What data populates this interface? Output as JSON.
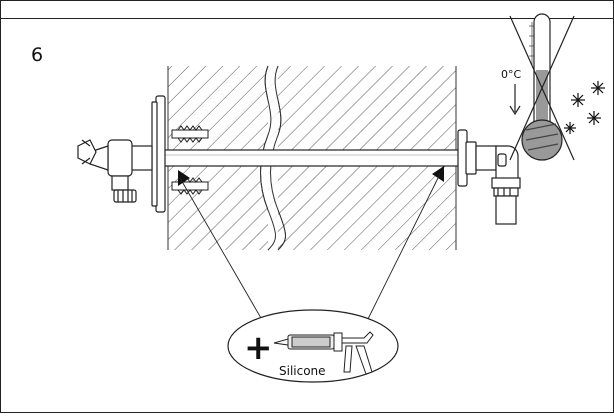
{
  "step_number": "6",
  "temperature_label": "0°C",
  "silicone_label": "Silicone",
  "plus_sign": "+",
  "icons": {
    "thermometer": "thermometer-crossed-out-icon",
    "snowflakes": "snowflake-icon",
    "silicone_gun": "caulking-gun-icon"
  }
}
